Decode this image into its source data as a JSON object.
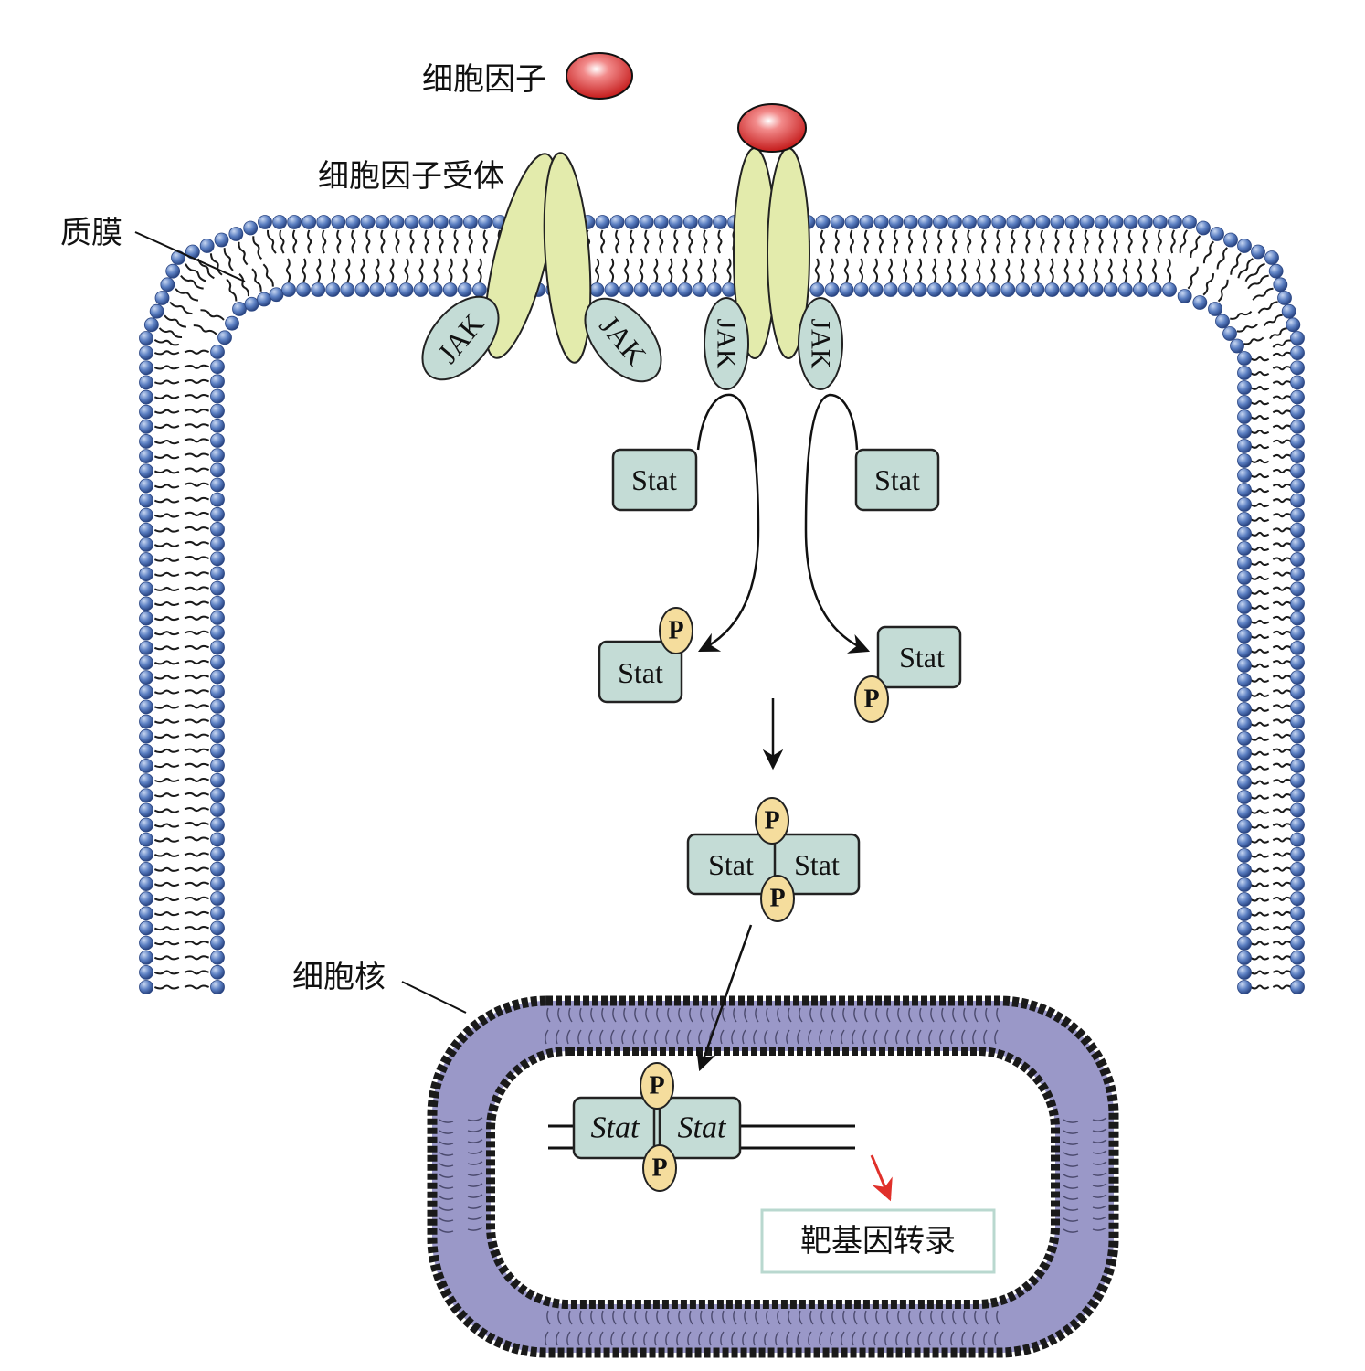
{
  "labels": {
    "cytokine": "细胞因子",
    "receptor": "细胞因子受体",
    "membrane": "质膜",
    "nucleus": "细胞核",
    "transcription": "靶基因转录"
  },
  "proteins": {
    "jak": "JAK",
    "stat": "Stat",
    "phosphate": "P"
  },
  "colors": {
    "lipid_head": "#4a6db0",
    "protein_fill": "#c4dcd6",
    "receptor_fill": "#e3ebac",
    "phosphate_fill": "#f5dd9d",
    "cytokine": "#d42a2a",
    "nucleus_envelope": "#9a98c8",
    "transcription_arrow": "#e0302a"
  }
}
